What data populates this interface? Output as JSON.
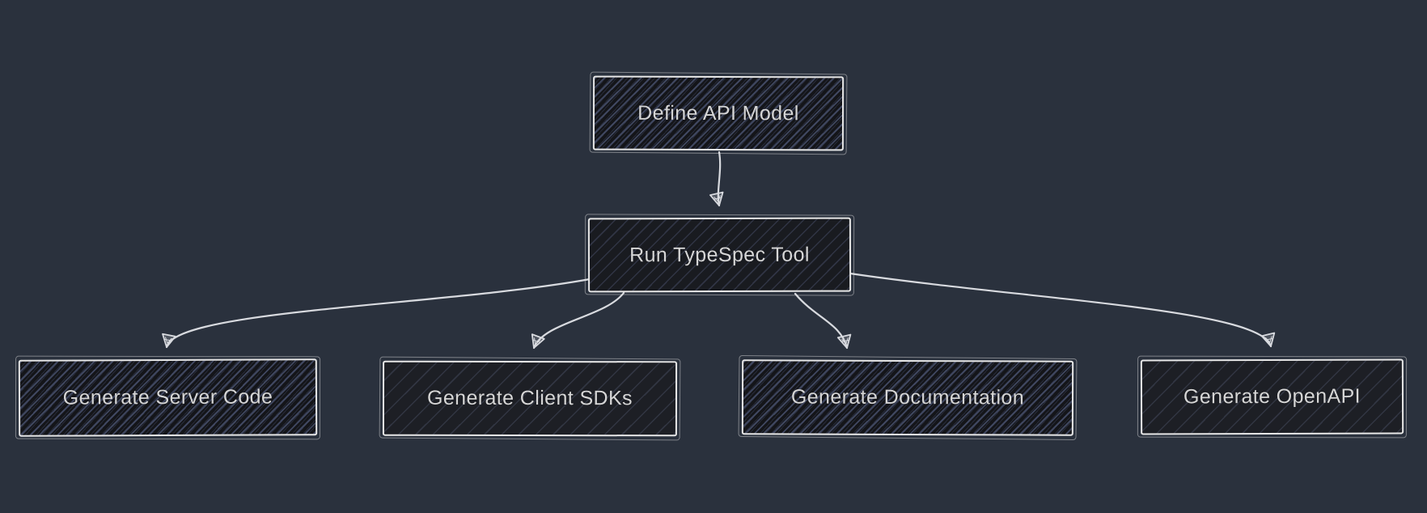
{
  "diagram": {
    "title": "TypeSpec workflow flowchart",
    "colors": {
      "background": "#2a313d",
      "node_border": "#e7e7e7",
      "node_fill_dark": "#141519",
      "hatch_accent": "#464e6a",
      "edge_stroke": "#e2e4e8",
      "text": "#d6d6d6"
    },
    "nodes": [
      {
        "id": "define",
        "label": "Define API Model"
      },
      {
        "id": "run",
        "label": "Run TypeSpec Tool"
      },
      {
        "id": "server",
        "label": "Generate Server Code"
      },
      {
        "id": "client",
        "label": "Generate Client SDKs"
      },
      {
        "id": "docs",
        "label": "Generate Documentation"
      },
      {
        "id": "openapi",
        "label": "Generate OpenAPI"
      }
    ],
    "edges": [
      {
        "from": "Define API Model",
        "to": "Run TypeSpec Tool"
      },
      {
        "from": "Run TypeSpec Tool",
        "to": "Generate Server Code"
      },
      {
        "from": "Run TypeSpec Tool",
        "to": "Generate Client SDKs"
      },
      {
        "from": "Run TypeSpec Tool",
        "to": "Generate Documentation"
      },
      {
        "from": "Run TypeSpec Tool",
        "to": "Generate OpenAPI"
      }
    ]
  }
}
